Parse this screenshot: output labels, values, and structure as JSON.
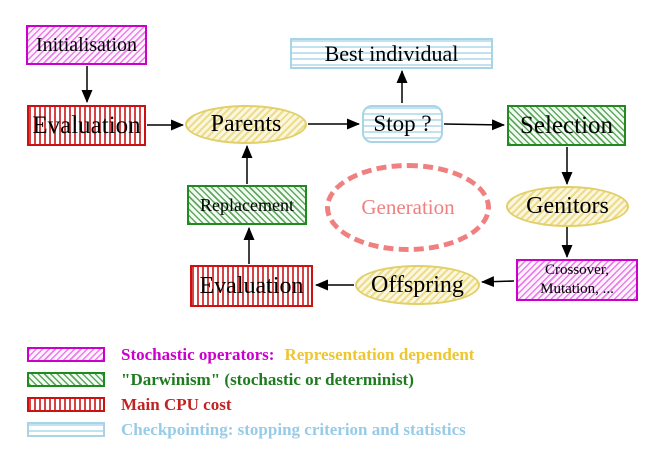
{
  "nodes": {
    "initialisation": "Initialisation",
    "evaluation_top": "Evaluation",
    "parents": "Parents",
    "stop": "Stop ?",
    "best_individual": "Best individual",
    "selection": "Selection",
    "genitors": "Genitors",
    "crossover_line1": "Crossover,",
    "crossover_line2": "Mutation, ...",
    "offspring": "Offspring",
    "evaluation_bottom": "Evaluation",
    "replacement": "Replacement",
    "generation": "Generation"
  },
  "legend": {
    "stochastic": {
      "label": "Stochastic operators:",
      "label2": "Representation dependent"
    },
    "darwinism": {
      "label": "\"Darwinism\" (stochastic or determinist)"
    },
    "cpu": {
      "label": "Main CPU cost"
    },
    "checkpointing": {
      "label": "Checkpointing: stopping criterion and statistics"
    }
  },
  "colors": {
    "magenta": "#CC00CC",
    "gold": "#EEC62E",
    "green": "#1E7C1E",
    "red": "#C32222",
    "cyan": "#97CBE7",
    "salmon": "#F08080",
    "yellow_fill_border": "#E2CF67",
    "arrow": "#000000"
  }
}
